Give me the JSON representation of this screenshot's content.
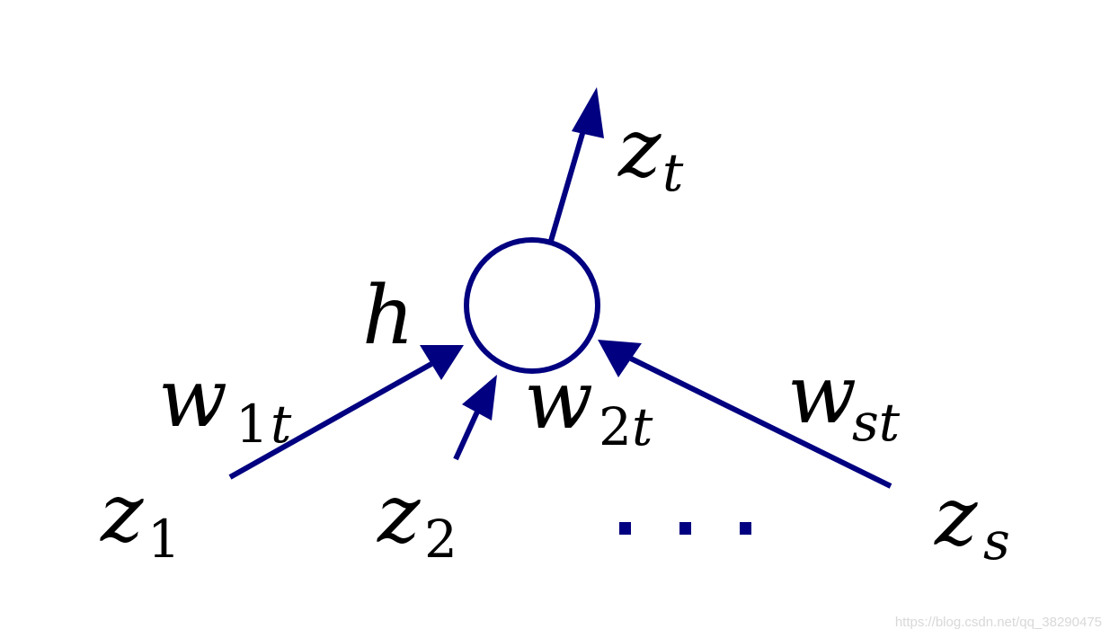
{
  "colors": {
    "diagram_blue": "#000080",
    "text": "#000000",
    "watermark": "#d8d8d8"
  },
  "node": {
    "label": "h"
  },
  "output": {
    "var": "z",
    "sub": "t"
  },
  "inputs": [
    {
      "var": "z",
      "sub": "1"
    },
    {
      "var": "z",
      "sub": "2"
    },
    {
      "var": "z",
      "sub": "s"
    }
  ],
  "weights": [
    {
      "var": "w",
      "sub1": "1",
      "sub2": "t"
    },
    {
      "var": "w",
      "sub1": "2",
      "sub2": "t"
    },
    {
      "var": "w",
      "sub1": "",
      "sub2": "st"
    }
  ],
  "watermark": "https://blog.csdn.net/qq_38290475"
}
